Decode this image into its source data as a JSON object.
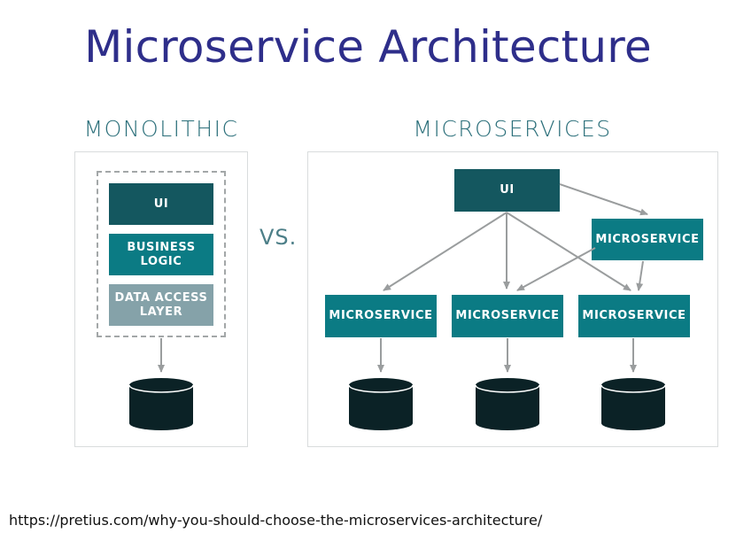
{
  "title": "Microservice Architecture",
  "monolithic": {
    "label": "MONOLITHIC",
    "layers": [
      "UI",
      "BUSINESS\nLOGIC",
      "DATA ACCESS\nLAYER"
    ]
  },
  "vs_label": "VS.",
  "microservices": {
    "label": "MICROSERVICES",
    "ui": "UI",
    "services": [
      "MICROSERVICE",
      "MICROSERVICE",
      "MICROSERVICE",
      "MICROSERVICE"
    ]
  },
  "source_url": "https://pretius.com/why-you-should-choose-the-microservices-architecture/",
  "colors": {
    "title": "#2e2e8a",
    "section_label": "#2b6f7a",
    "ui_box": "#14575f",
    "service_box": "#0b7b84",
    "data_access_box": "#85a2a9",
    "database": "#0b2226",
    "arrow": "#9a9d9e"
  },
  "icons": {
    "database": "database-cylinder-icon"
  }
}
